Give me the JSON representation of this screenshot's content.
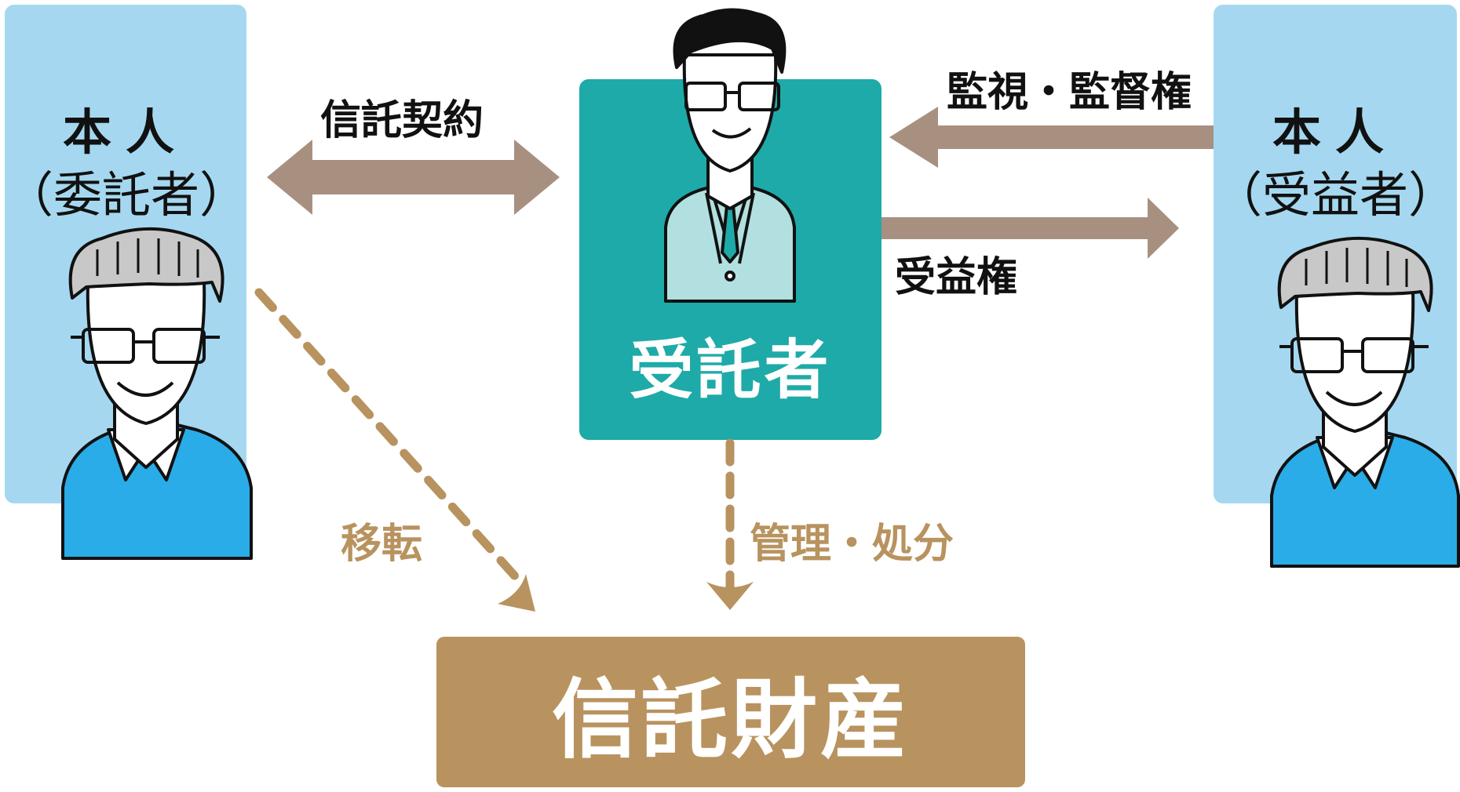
{
  "settlor": {
    "name": "本人",
    "role": "（委託者）"
  },
  "beneficiary": {
    "name": "本人",
    "role": "（受益者）"
  },
  "trustee": {
    "label": "受託者"
  },
  "trust_property": {
    "label": "信託財産"
  },
  "relations": {
    "trust_contract": "信託契約",
    "supervision_rights": "監視・監督権",
    "beneficial_interest": "受益権",
    "transfer": "移転",
    "management_disposal": "管理・処分"
  },
  "colors": {
    "panel_light_blue": "#a5d8f0",
    "trustee_teal": "#1eaaa8",
    "property_tan": "#b8935f",
    "arrow_brown": "#a89080",
    "dashed_tan": "#b8935f",
    "sweater_blue": "#2aace8",
    "trustee_suit": "#b2e0e0"
  }
}
